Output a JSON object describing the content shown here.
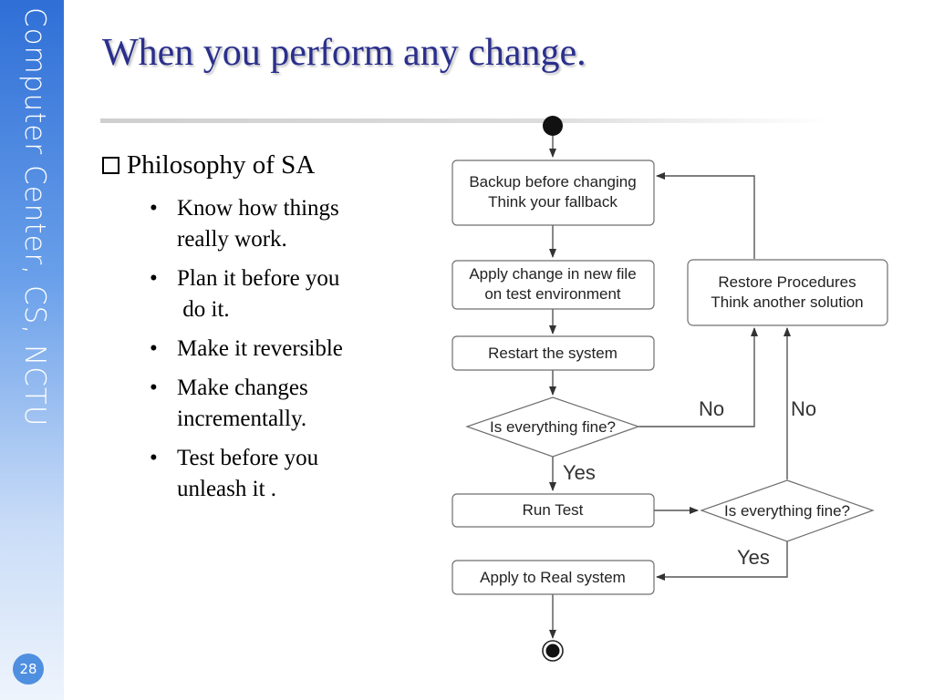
{
  "sidebar": {
    "title": "Computer Center, CS, NCTU",
    "page_number": "28"
  },
  "slide": {
    "title": "When you perform any change.",
    "heading": "Philosophy of  SA",
    "bullets": [
      {
        "lines": [
          "Know how things",
          "really work."
        ]
      },
      {
        "lines": [
          "Plan it before you",
          " do it."
        ]
      },
      {
        "lines": [
          "Make it reversible"
        ]
      },
      {
        "lines": [
          "Make changes",
          "incrementally."
        ]
      },
      {
        "lines": [
          "Test before you",
          "unleash it ."
        ]
      }
    ]
  },
  "flowchart": {
    "backup": {
      "line1": "Backup before changing",
      "line2": "Think your fallback"
    },
    "apply_test": {
      "line1": "Apply change in new file",
      "line2": "on test environment"
    },
    "restart": "Restart the system",
    "decision1": "Is everything fine?",
    "run_test": "Run Test",
    "decision2": "Is everything fine?",
    "apply_real": "Apply to Real system",
    "restore": {
      "line1": "Restore Procedures",
      "line2": "Think another solution"
    },
    "labels": {
      "no1": "No",
      "no2": "No",
      "yes1": "Yes",
      "yes2": "Yes"
    }
  }
}
